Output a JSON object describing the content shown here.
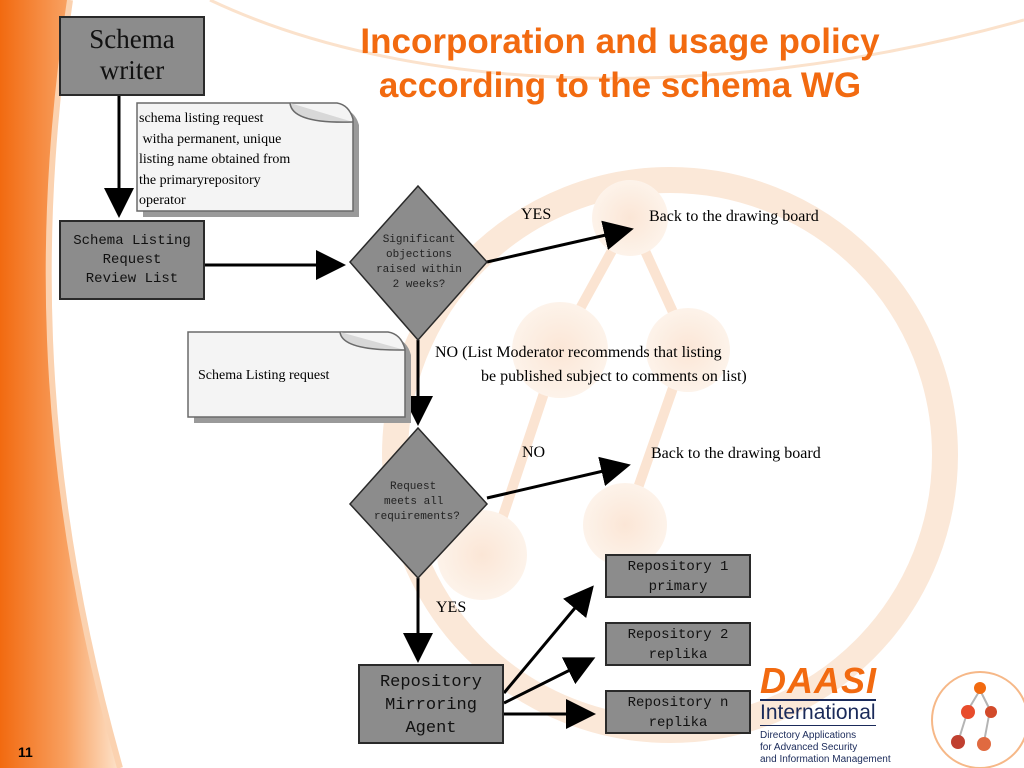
{
  "slide": {
    "title_line1": "Incorporation and usage policy",
    "title_line2": "according to the schema WG",
    "number": "11"
  },
  "nodes": {
    "schema_writer": [
      "Schema",
      "writer"
    ],
    "review_list": [
      "Schema Listing",
      "Request",
      "Review List"
    ],
    "decision_objections": [
      "Significant",
      "objections",
      "raised within",
      "2 weeks?"
    ],
    "decision_requirements": [
      "Request",
      "meets all",
      "requirements?"
    ],
    "mirroring_agent": [
      "Repository",
      "Mirroring",
      "Agent"
    ],
    "repo_primary": [
      "Repository 1",
      "primary"
    ],
    "repo_replika2": [
      "Repository 2",
      "replika"
    ],
    "repo_replikan": [
      "Repository n",
      "replika"
    ]
  },
  "notes": {
    "listing_request_note": [
      "schema listing request",
      " witha permanent, unique",
      "listing name obtained from",
      "the primaryrepository",
      "operator"
    ],
    "listing_request_doc": "Schema Listing request"
  },
  "labels": {
    "yes_1": "YES",
    "back_1": "Back to the drawing board",
    "no_1_line1": "NO  (List Moderator recommends that listing",
    "no_1_line2": "be published subject to comments on list)",
    "no_2": "NO",
    "back_2": "Back to the drawing board",
    "yes_2": "YES"
  },
  "logo": {
    "name": "DAASI",
    "subname": "International",
    "tagline": [
      "Directory Applications",
      "for Advanced Security",
      "and Information Management"
    ]
  },
  "colors": {
    "accent": "#f26a10",
    "box_fill": "#8c8c8c",
    "logo_navy": "#1a2a5a"
  }
}
